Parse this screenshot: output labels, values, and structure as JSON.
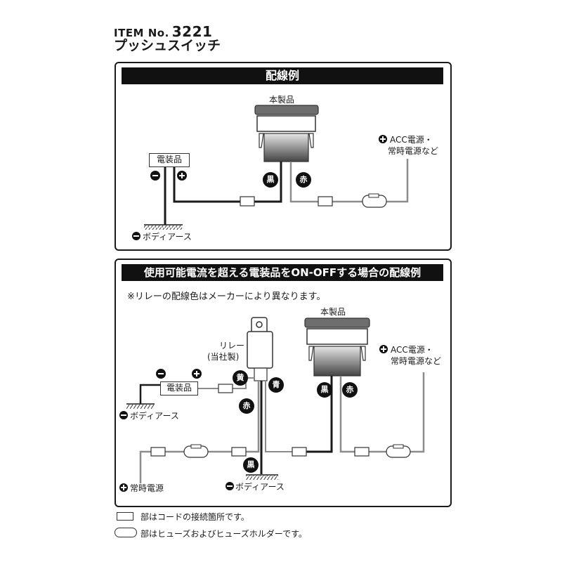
{
  "header": {
    "item_prefix": "ITEM No.",
    "item_number": "3221",
    "product_name": "プッシュスイッチ"
  },
  "panel1": {
    "banner": "配線例",
    "switch_label": "本製品",
    "equipment_label": "電装品",
    "minus": "−",
    "plus": "+",
    "wire_black": "黒",
    "wire_red": "赤",
    "power_line1": "ACC電源・",
    "power_line2": "常時電源など",
    "ground_label": "ボディアース"
  },
  "panel2": {
    "banner": "使用可能電流を超える電装品をON-OFFする場合の配線例",
    "note": "※リレーの配線色はメーカーにより異なります。",
    "switch_label": "本製品",
    "relay_line1": "リレー",
    "relay_line2": "(当社製)",
    "equipment_label": "電装品",
    "minus": "−",
    "plus": "+",
    "wire_yellow": "黄",
    "wire_blue": "青",
    "wire_red_relay": "赤",
    "wire_black_relay": "黒",
    "wire_black_switch": "黒",
    "wire_red_switch": "赤",
    "power_line1": "ACC電源・",
    "power_line2": "常時電源など",
    "ground_label_equipment": "ボディアース",
    "ground_label_relay": "ボディアース",
    "constant_power_label": "常時電源"
  },
  "legend": {
    "connector_text": "部はコードの接続箇所です。",
    "fuse_text": "部はヒューズおよびヒューズホルダーです。"
  },
  "colors": {
    "ink": "#1a1a1a",
    "gray_wire": "#8c8c8c",
    "switch_body_top": "#e6e6e6",
    "switch_body_bottom": "#444444"
  }
}
